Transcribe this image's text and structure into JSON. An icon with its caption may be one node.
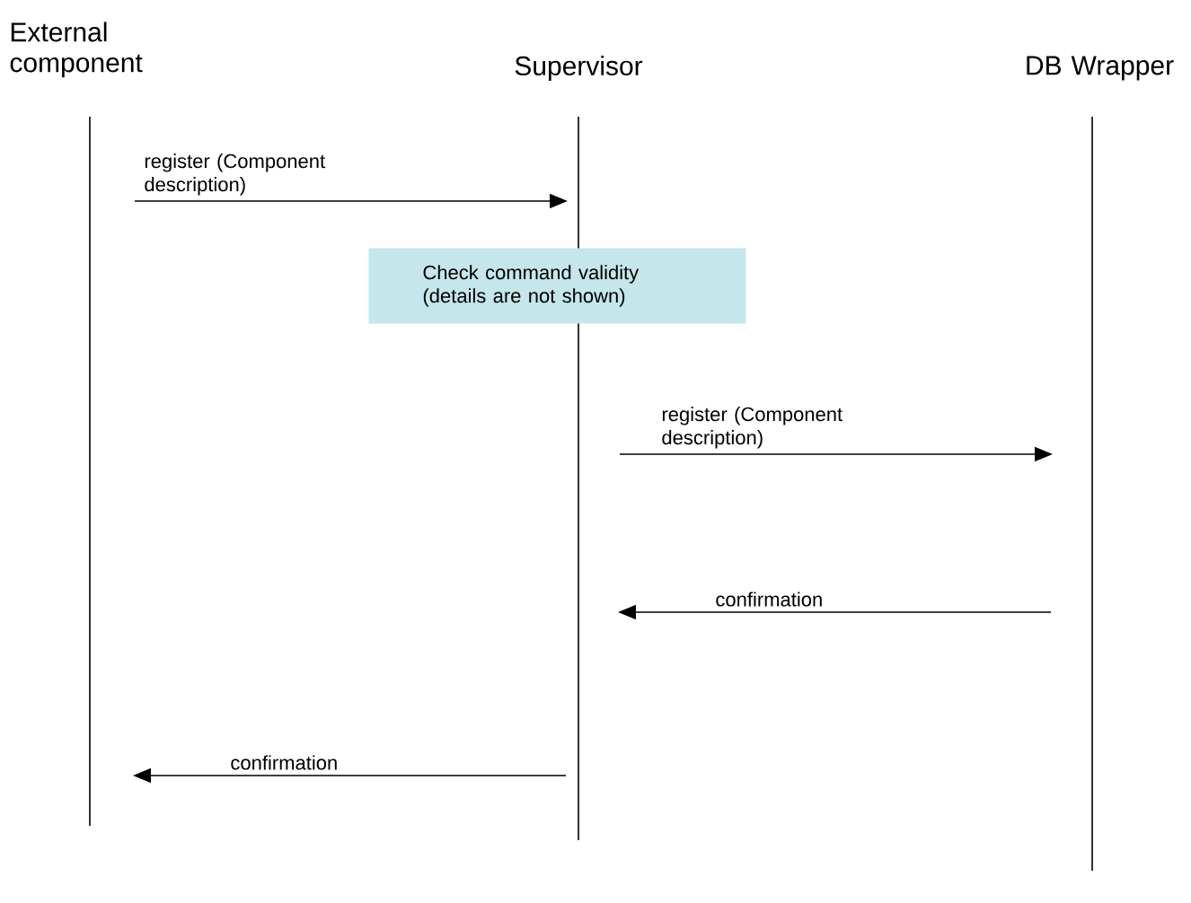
{
  "diagram": {
    "nodes": [
      {
        "text": [
          "External component"
        ]
      },
      {
        "text": [
          "Supervisor"
        ]
      },
      {
        "text": [
          "DB Wrapper"
        ]
      },
      {
        "text": [
          "Check command validity (details are not shown)"
        ]
      }
    ],
    "edges": [
      {
        "from": 0,
        "to": 1,
        "arrow": "to",
        "label": "register (Component description)"
      },
      {
        "from": 1,
        "to": 2,
        "arrow": "to",
        "label": "register (Component description)"
      },
      {
        "from": 2,
        "to": 1,
        "arrow": "to",
        "label": "confirmation"
      },
      {
        "from": 1,
        "to": 0,
        "arrow": "to",
        "label": "confirmation"
      }
    ]
  }
}
